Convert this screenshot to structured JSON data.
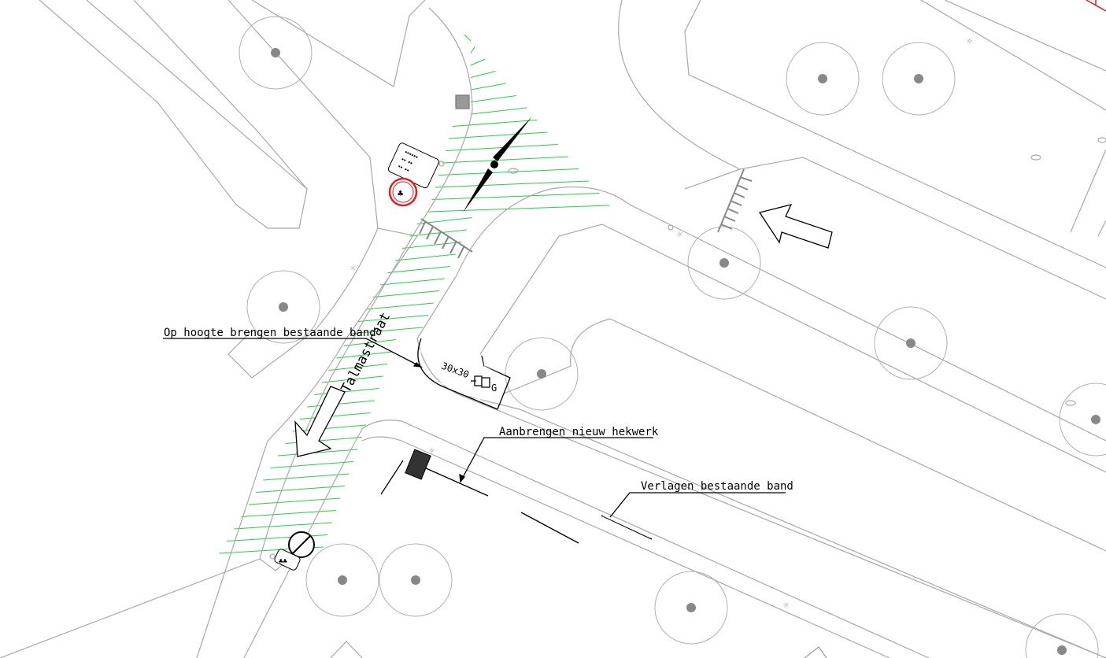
{
  "annotations": {
    "raise_curb": "Op hoogte brengen bestaande band",
    "street_name": "Talmastraat",
    "drain_size": "30x30",
    "drain_code": "G",
    "new_fence": "Aanbrengen nieuw hekwerk",
    "lower_curb": "Verlagen bestaande band"
  },
  "colors": {
    "hatch": "#22d13c",
    "sign_red": "#e02020",
    "linework": "#a8a8a8",
    "ink": "#000000"
  }
}
